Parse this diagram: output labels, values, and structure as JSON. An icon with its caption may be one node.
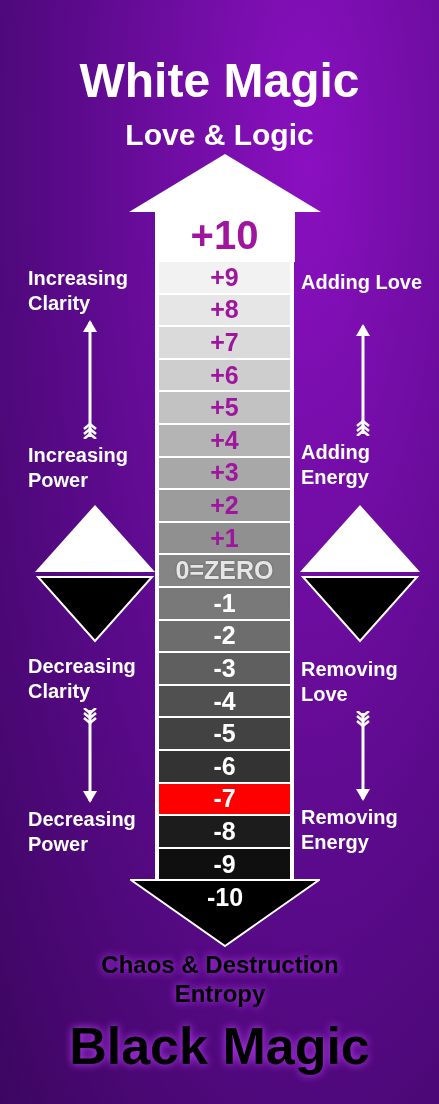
{
  "diagram": {
    "nodes": [
      {
        "text": [
          "+10"
        ]
      },
      {
        "text": [
          "+9"
        ]
      },
      {
        "text": [
          "+8"
        ]
      },
      {
        "text": [
          "+7"
        ]
      },
      {
        "text": [
          "+6"
        ]
      },
      {
        "text": [
          "+5"
        ]
      },
      {
        "text": [
          "+4"
        ]
      },
      {
        "text": [
          "+3"
        ]
      },
      {
        "text": [
          "+2"
        ]
      },
      {
        "text": [
          "+1"
        ]
      },
      {
        "text": [
          "0=ZERO"
        ]
      },
      {
        "text": [
          "-1"
        ]
      },
      {
        "text": [
          "-2"
        ]
      },
      {
        "text": [
          "-3"
        ]
      },
      {
        "text": [
          "-4"
        ]
      },
      {
        "text": [
          "-5"
        ]
      },
      {
        "text": [
          "-6"
        ]
      },
      {
        "text": [
          "-7"
        ]
      },
      {
        "text": [
          "-8"
        ]
      },
      {
        "text": [
          "-9"
        ]
      },
      {
        "text": [
          "-10"
        ]
      },
      {
        "text": [
          "Increasing Clarity"
        ]
      },
      {
        "text": [
          "Increasing Power"
        ]
      },
      {
        "text": [
          "Adding Love"
        ]
      },
      {
        "text": [
          "Adding Energy"
        ]
      },
      {
        "text": [
          "Decreasing Clarity"
        ]
      },
      {
        "text": [
          "Decreasing Power"
        ]
      },
      {
        "text": [
          "Removing Love"
        ]
      },
      {
        "text": [
          "Removing Energy"
        ]
      }
    ],
    "edges": [
      {
        "from": 22,
        "to": 21,
        "arrow": "to"
      },
      {
        "from": 24,
        "to": 23,
        "arrow": "to"
      },
      {
        "from": 25,
        "to": 26,
        "arrow": "to"
      },
      {
        "from": 27,
        "to": 28,
        "arrow": "to"
      }
    ],
    "labels": [
      "White Magic",
      "Love & Logic",
      "Chaos & Destruction Entropy",
      "Black Magic"
    ]
  }
}
